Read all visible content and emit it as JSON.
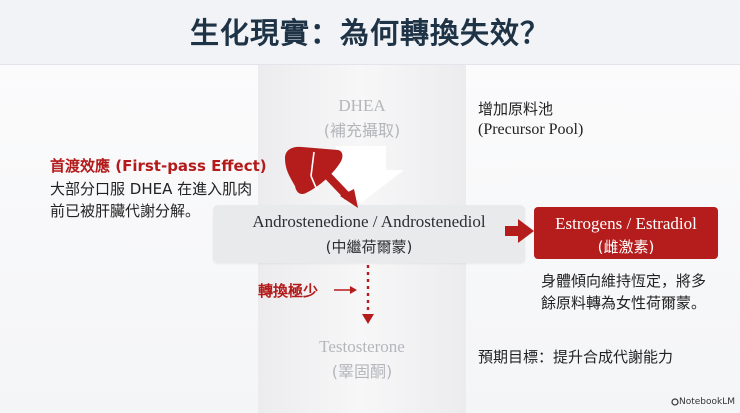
{
  "title": "生化現實：為何轉換失效？",
  "dhea": {
    "name": "DHEA",
    "sub": "(補充攝取)"
  },
  "pool": {
    "line1": "增加原料池",
    "line2": "(Precursor Pool)"
  },
  "first_pass": {
    "heading": "首渡效應 (First-pass Effect)",
    "line1": "大部分口服 DHEA 在進入肌肉",
    "line2": "前已被肝臟代謝分解。"
  },
  "andro": {
    "name": "Androstenedione / Androstenediol",
    "sub": "(中繼荷爾蒙)"
  },
  "estrogens": {
    "name": "Estrogens / Estradiol",
    "sub": "(雌激素)"
  },
  "estro_note": {
    "line1": "身體傾向維持恆定，將多",
    "line2": "餘原料轉為女性荷爾蒙。"
  },
  "low_conversion": "轉換極少",
  "testosterone": {
    "name": "Testosterone",
    "sub": "(睪固酮)"
  },
  "goal": "預期目標：提升合成代謝能力",
  "watermark": "NotebookLM",
  "colors": {
    "accent_red": "#b51d1d",
    "title": "#1f3346",
    "faded": "#b4b6ba"
  }
}
